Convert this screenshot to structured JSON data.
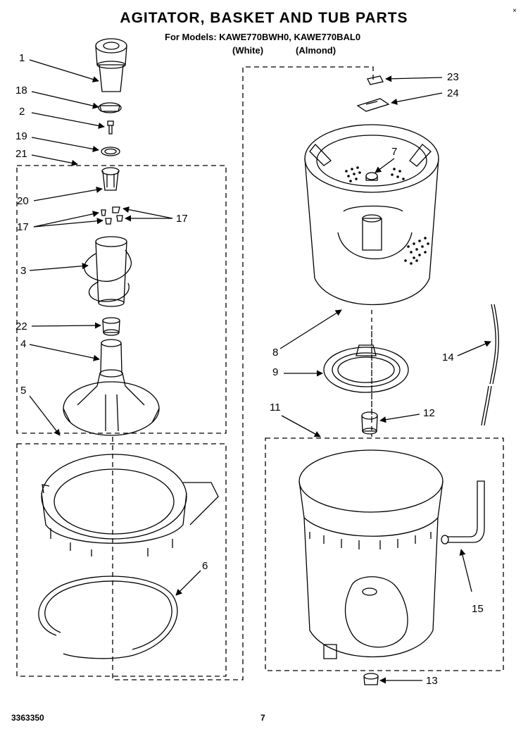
{
  "header": {
    "title": "AGITATOR, BASKET AND TUB PARTS",
    "models": "For Models: KAWE770BWH0, KAWE770BAL0",
    "variant_white": "(White)",
    "variant_almond": "(Almond)"
  },
  "callouts": {
    "c1": "1",
    "c2": "2",
    "c3": "3",
    "c4": "4",
    "c5": "5",
    "c6": "6",
    "c7": "7",
    "c8": "8",
    "c9": "9",
    "c11": "11",
    "c12": "12",
    "c13": "13",
    "c14": "14",
    "c15": "15",
    "c17a": "17",
    "c17b": "17",
    "c18": "18",
    "c19": "19",
    "c20": "20",
    "c21": "21",
    "c22": "22",
    "c23": "23",
    "c24": "24"
  },
  "footer": {
    "doc_number": "3363350",
    "page_number": "7"
  },
  "corner_mark": "×"
}
